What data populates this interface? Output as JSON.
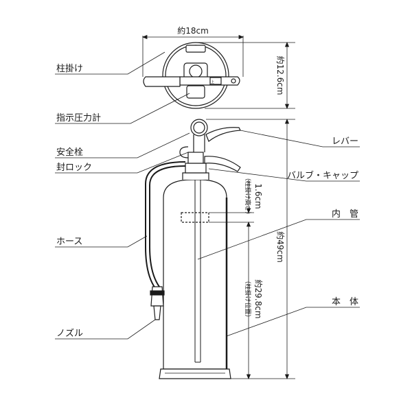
{
  "diagram": {
    "labels": {
      "hanger": "柱掛け",
      "pressure_gauge": "指示圧力計",
      "safety_pin": "安全栓",
      "seal_lock": "封ロック",
      "hose": "ホース",
      "nozzle": "ノズル",
      "lever": "レバー",
      "valve_cap": "バルブ・キャップ",
      "inner_tube": "内　管",
      "body": "本　体"
    },
    "dimensions": {
      "width": "約18cm",
      "depth": "約12.6cm",
      "height": "約49cm",
      "hang_height": "約29.8cm",
      "hang_height_note": "（柱掛け位置）",
      "hang_offset": "1.6cm",
      "hang_offset_note": "（柱掛け高さ）"
    },
    "gauge_text": "上"
  },
  "colors": {
    "line": "#1a1a1a",
    "body_fill": "#ffffff",
    "grey": "#9a9a9a"
  }
}
